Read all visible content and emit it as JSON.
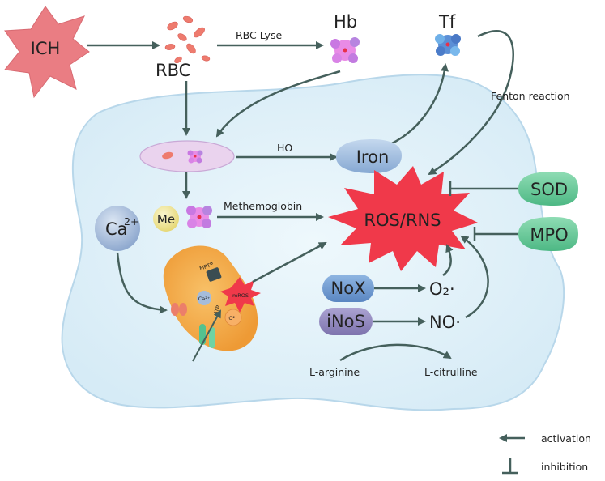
{
  "nodes": {
    "ich": "ICH",
    "rbc": "RBC",
    "hb": "Hb",
    "tf": "Tf",
    "iron": "Iron",
    "me": "Me",
    "ca": "Ca",
    "ca_sup": "2+",
    "ros_rns": "ROS/RNS",
    "sod": "SOD",
    "mpo": "MPO",
    "nox": "NoX",
    "inos": "iNoS",
    "o2": "O₂·",
    "no": "NO·",
    "l_arginine": "L-arginine",
    "l_citrulline": "L-citrulline"
  },
  "edges": {
    "rbc_lyse": "RBC Lyse",
    "fenton": "Fenton reaction",
    "ho": "HO",
    "methemoglobin": "Methemoglobin"
  },
  "mito": {
    "mptp": "MPTP",
    "mros": "mROS",
    "ca_in": "Ca²⁺",
    "atp": "ATP",
    "o2_small": "O²⁻"
  },
  "legend": {
    "activation": "activation",
    "inhibition": "inhibition"
  },
  "colors": {
    "arrow": "#45605c",
    "cell": "#dbeef8",
    "ich": "#ea7d83",
    "ros": "#f0394a",
    "sod": "#62c896",
    "nox": "#6f9bd1",
    "inos": "#8f86bb",
    "iron": "#9fbede",
    "ca": "#a5bcdb",
    "me": "#f0e79a",
    "mito": "#f3a847"
  }
}
